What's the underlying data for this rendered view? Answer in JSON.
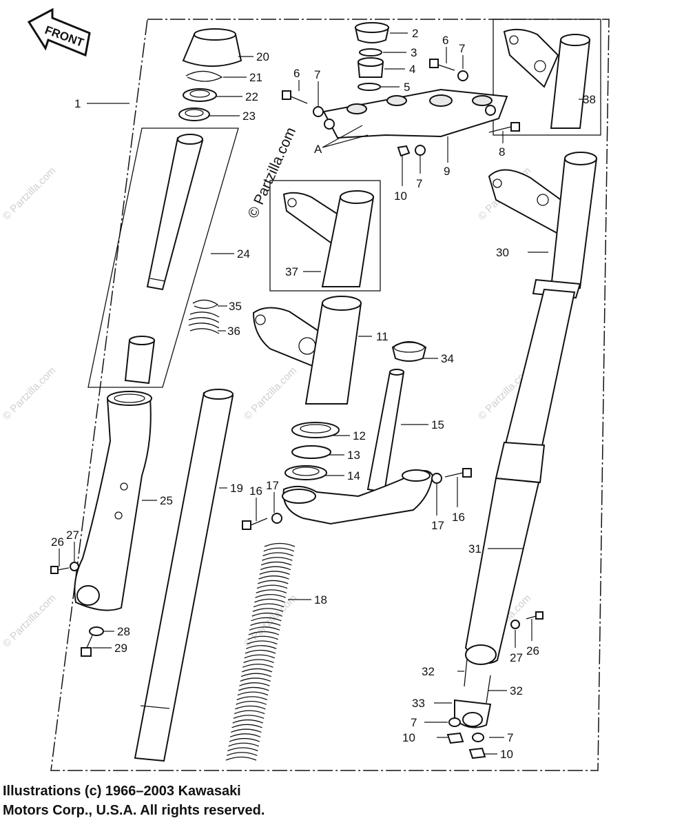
{
  "front_arrow": {
    "label": "FRONT"
  },
  "copyright_mark": "© Partzilla.com",
  "watermark": "© Partzilla.com",
  "section_mark": "A",
  "callouts": [
    "1",
    "2",
    "3",
    "4",
    "5",
    "6",
    "7",
    "6",
    "7",
    "8",
    "9",
    "10",
    "7",
    "11",
    "12",
    "13",
    "14",
    "15",
    "16",
    "17",
    "17",
    "16",
    "18",
    "19",
    "20",
    "21",
    "22",
    "23",
    "24",
    "25",
    "26",
    "27",
    "28",
    "29",
    "30",
    "31",
    "27",
    "26",
    "32",
    "32",
    "33",
    "7",
    "7",
    "10",
    "10",
    "34",
    "35",
    "36",
    "37",
    "38"
  ],
  "caption": {
    "line1": "Illustrations (c) 1966–2003 Kawasaki",
    "line2": "Motors Corp., U.S.A.  All rights reserved."
  }
}
